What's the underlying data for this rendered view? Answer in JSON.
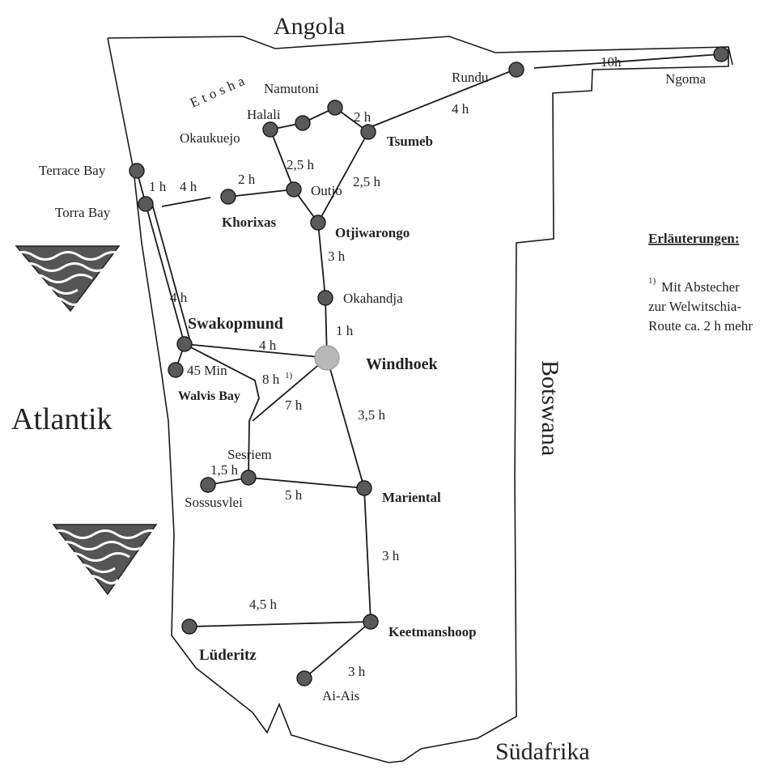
{
  "countries": {
    "angola": "Angola",
    "botswana": "Botswana",
    "suedafrika": "Südafrika",
    "atlantik": "Atlantik"
  },
  "region": "Etosha",
  "towns": {
    "rundu": "Rundu",
    "ngoma": "Ngoma",
    "namutoni": "Namutoni",
    "halali": "Halali",
    "okaukuejo": "Okaukuejo",
    "tsumeb": "Tsumeb",
    "terrace_bay": "Terrace Bay",
    "torra_bay": "Torra Bay",
    "khorixas": "Khorixas",
    "outjo": "Outjo",
    "otjiwarongo": "Otjiwarongo",
    "okahandja": "Okahandja",
    "swakopmund": "Swakopmund",
    "walvis_bay": "Walvis Bay",
    "windhoek": "Windhoek",
    "sesriem": "Sesriem",
    "sossusvlei": "Sossusvlei",
    "mariental": "Mariental",
    "luederitz": "Lüderitz",
    "keetmanshoop": "Keetmanshoop",
    "ai_ais": "Ai-Ais"
  },
  "times": {
    "rundu_ngoma": "10h",
    "tsumeb_rundu": "4 h",
    "namutoni_tsumeb": "2 h",
    "okaukuejo_outjo": "2,5 h",
    "tsumeb_otjiwarongo": "2,5 h",
    "khorixas_outjo": "2 h",
    "torra_khorixas": "4 h",
    "terrace_torra": "1 h",
    "otjiwarongo_okahandja": "3 h",
    "torra_swakopmund": "4 h",
    "okahandja_windhoek": "1 h",
    "swakopmund_windhoek": "4 h",
    "swakopmund_walvis": "45 Min",
    "walvis_sesriem": "8 h",
    "walvis_sesriem_note": "1)",
    "windhoek_sesriem": "7 h",
    "windhoek_mariental": "3,5 h",
    "sesriem_sossusvlei": "1,5 h",
    "sesriem_mariental": "5 h",
    "mariental_keetmanshoop": "3 h",
    "luederitz_keetmanshoop": "4,5 h",
    "keetmanshoop_aiais": "3 h"
  },
  "legend": {
    "title": "Erläuterungen:",
    "note_mark": "1)",
    "line1": "Mit Abstecher",
    "line2": "zur Welwitschia-",
    "line3": "Route ca. 2 h mehr"
  },
  "colors": {
    "town": "#5a5a5a",
    "capital": "#b8b8b8",
    "line": "#1a1a1a"
  }
}
